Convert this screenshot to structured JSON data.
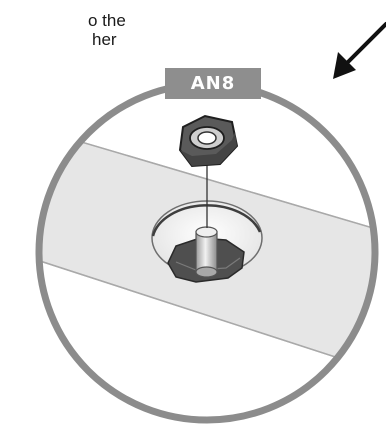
{
  "caption": {
    "line1": "o the",
    "line2": "her"
  },
  "part_label": "AN8",
  "icons": {
    "pointer": "arrow-icon",
    "nut": "hex-nut-icon",
    "bolt": "bolt-icon"
  },
  "colors": {
    "circle_outline": "#8c8c8c",
    "panel_fill": "#e6e6e6",
    "label_background": "#8e8e8e",
    "nut_fill": "#5a5a5a",
    "arrow": "#111111"
  }
}
